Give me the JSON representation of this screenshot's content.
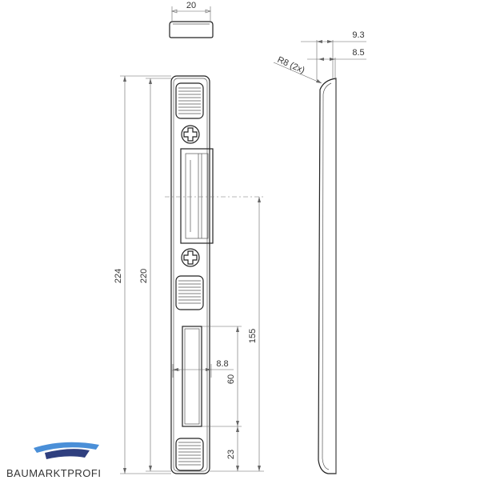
{
  "dimensions": {
    "top_width": "20",
    "overall_length": "224",
    "inner_length": "220",
    "slot_to_center": "155",
    "slot_width": "8.8",
    "slot_length": "60",
    "bottom_offset": "23",
    "profile_outer": "9.3",
    "profile_inner": "8.5",
    "radius": "R8 (2x)"
  },
  "logo": {
    "text": "BAUMARKTPROFI",
    "colors": {
      "swoosh_dark": "#2f3f7f",
      "swoosh_light": "#4a8fd8"
    }
  },
  "icons": [
    "screw-hole-icon",
    "grip-pad-icon"
  ]
}
